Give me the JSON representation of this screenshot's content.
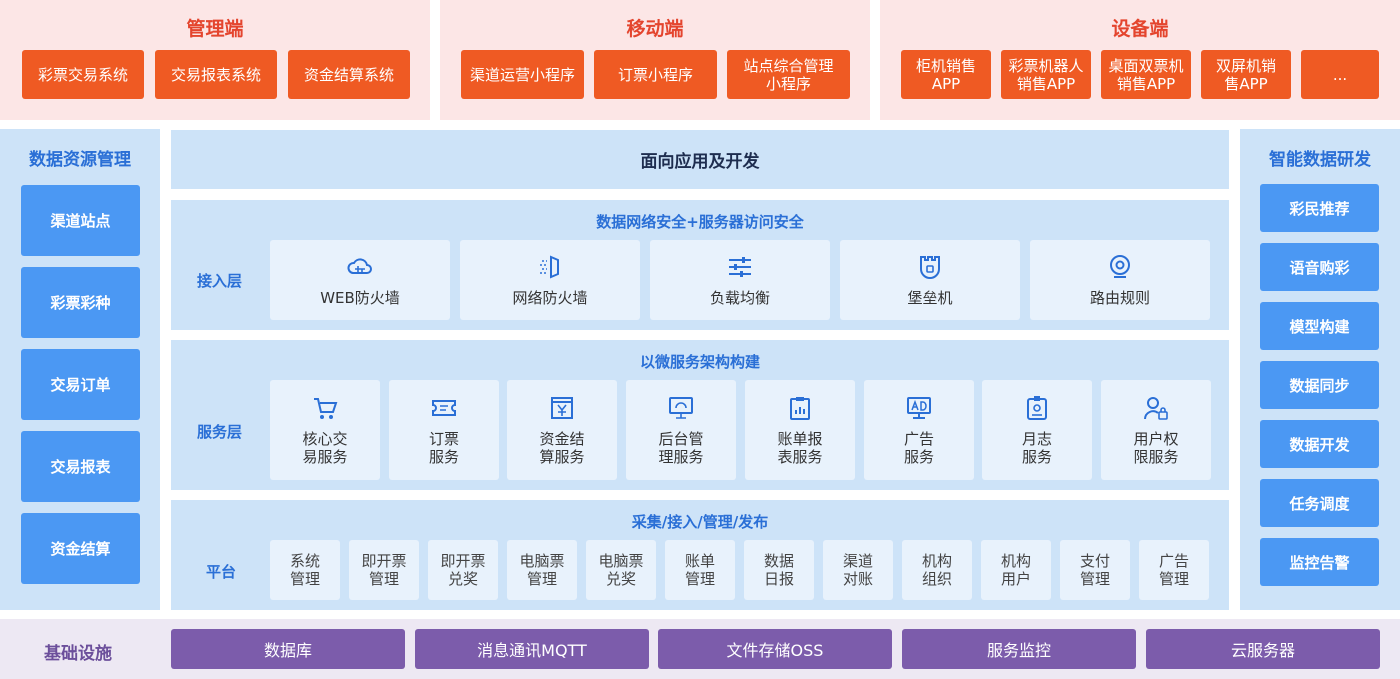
{
  "top": {
    "admin": {
      "title": "管理端",
      "items": [
        "彩票交易系统",
        "交易报表系统",
        "资金结算系统"
      ]
    },
    "mobile": {
      "title": "移动端",
      "items": [
        "渠道运营小程序",
        "订票小程序",
        "站点综合管理\n小程序"
      ]
    },
    "device": {
      "title": "设备端",
      "items": [
        "柜机销售\nAPP",
        "彩票机器人\n销售APP",
        "桌面双票机\n销售APP",
        "双屏机销\n售APP",
        "..."
      ]
    }
  },
  "left": {
    "title": "数据资源管理",
    "items": [
      "渠道站点",
      "彩票彩种",
      "交易订单",
      "交易报表",
      "资金结算"
    ]
  },
  "right": {
    "title": "智能数据研发",
    "items": [
      "彩民推荐",
      "语音购彩",
      "模型构建",
      "数据同步",
      "数据开发",
      "任务调度",
      "监控告警"
    ]
  },
  "center": {
    "header": "面向应用及开发",
    "access": {
      "title": "数据网络安全+服务器访问安全",
      "label": "接入层",
      "cards": [
        {
          "label": "WEB防火墙",
          "icon": "cloud-firewall-icon"
        },
        {
          "label": "网络防火墙",
          "icon": "network-firewall-icon"
        },
        {
          "label": "负载均衡",
          "icon": "sliders-icon"
        },
        {
          "label": "堡垒机",
          "icon": "fortress-icon"
        },
        {
          "label": "路由规则",
          "icon": "route-pin-icon"
        }
      ]
    },
    "service": {
      "title": "以微服务架构构建",
      "label": "服务层",
      "cards": [
        {
          "label": "核心交\n易服务",
          "icon": "cart-icon"
        },
        {
          "label": "订票\n服务",
          "icon": "ticket-icon"
        },
        {
          "label": "资金结\n算服务",
          "icon": "yen-icon"
        },
        {
          "label": "后台管\n理服务",
          "icon": "monitor-icon"
        },
        {
          "label": "账单报\n表服务",
          "icon": "clipboard-icon"
        },
        {
          "label": "广告\n服务",
          "icon": "ad-icon"
        },
        {
          "label": "月志\n服务",
          "icon": "id-badge-icon"
        },
        {
          "label": "用户权\n限服务",
          "icon": "user-lock-icon"
        }
      ]
    },
    "platform": {
      "title": "采集/接入/管理/发布",
      "label": "平台",
      "items": [
        "系统\n管理",
        "即开票\n管理",
        "即开票\n兑奖",
        "电脑票\n管理",
        "电脑票\n兑奖",
        "账单\n管理",
        "数据\n日报",
        "渠道\n对账",
        "机构\n组织",
        "机构\n用户",
        "支付\n管理",
        "广告\n管理"
      ]
    }
  },
  "infra": {
    "label": "基础设施",
    "items": [
      "数据库",
      "消息通讯MQTT",
      "文件存储OSS",
      "服务监控",
      "云服务器"
    ]
  },
  "colors": {
    "orange": "#ef5a23",
    "red_title": "#e4452e",
    "blue_button": "#4b98f3",
    "blue_title": "#2a6fd6",
    "purple": "#7c5cab"
  }
}
